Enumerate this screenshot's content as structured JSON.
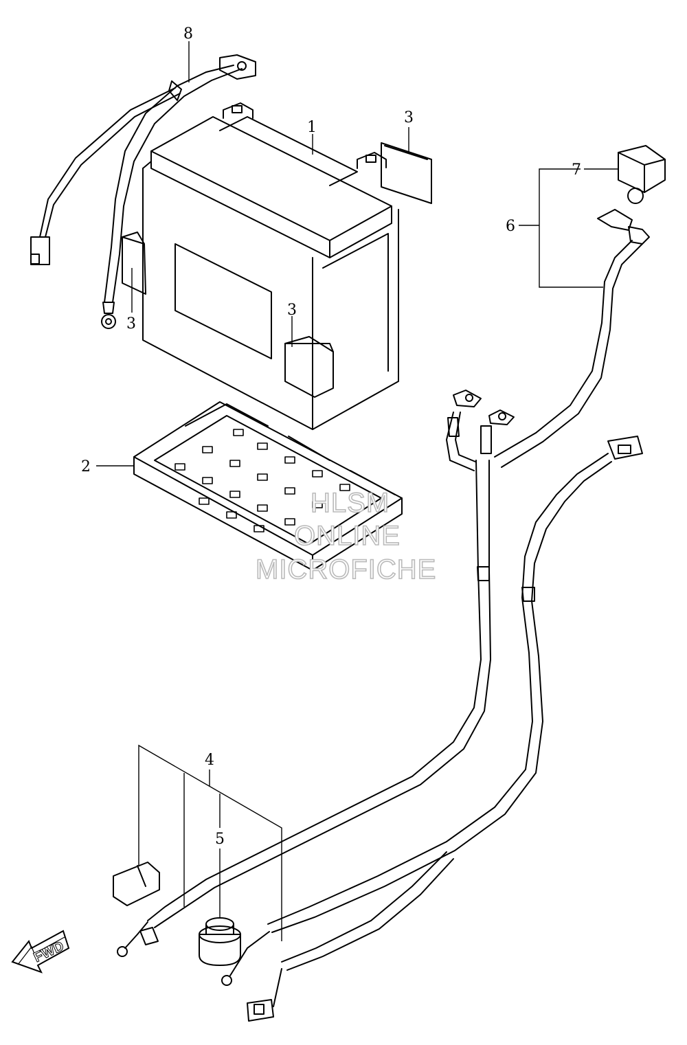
{
  "callouts": {
    "c1": "1",
    "c2": "2",
    "c3a": "3",
    "c3b": "3",
    "c3c": "3",
    "c4": "4",
    "c5": "5",
    "c6": "6",
    "c7": "7",
    "c8": "8"
  },
  "watermark": {
    "line1": "HLSM",
    "line2": "ONLINE",
    "line3": "MICROFICHE"
  },
  "direction": {
    "label": "FWD"
  }
}
